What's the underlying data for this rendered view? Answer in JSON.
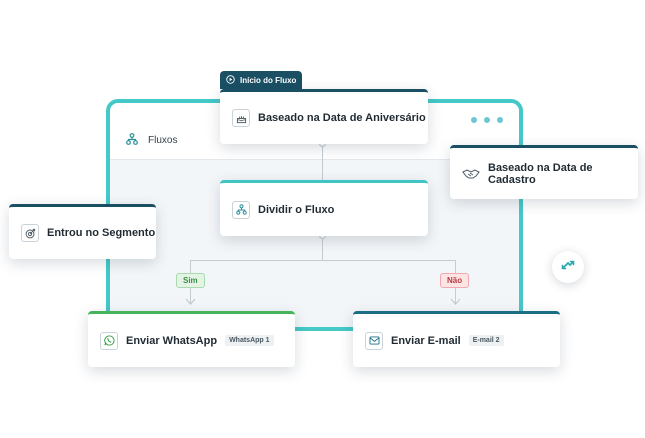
{
  "app": {
    "section_title": "Fluxos"
  },
  "start_label": "Início do Fluxo",
  "cards": {
    "aniversario": "Baseado na Data de Aniversário",
    "cadastro": "Baseado na Data de Cadastro",
    "dividir": "Dividir o Fluxo",
    "segmento": "Entrou no Segmento",
    "whatsapp": "Enviar WhatsApp",
    "whatsapp_tag": "WhatsApp 1",
    "email": "Enviar E-mail",
    "email_tag": "E-mail 2"
  },
  "branches": {
    "yes": "Sim",
    "no": "Não"
  },
  "colors": {
    "accent_teal": "#45c8c8",
    "dark_blue": "#1a4f64",
    "green": "#46b45a",
    "red": "#b73a43"
  }
}
